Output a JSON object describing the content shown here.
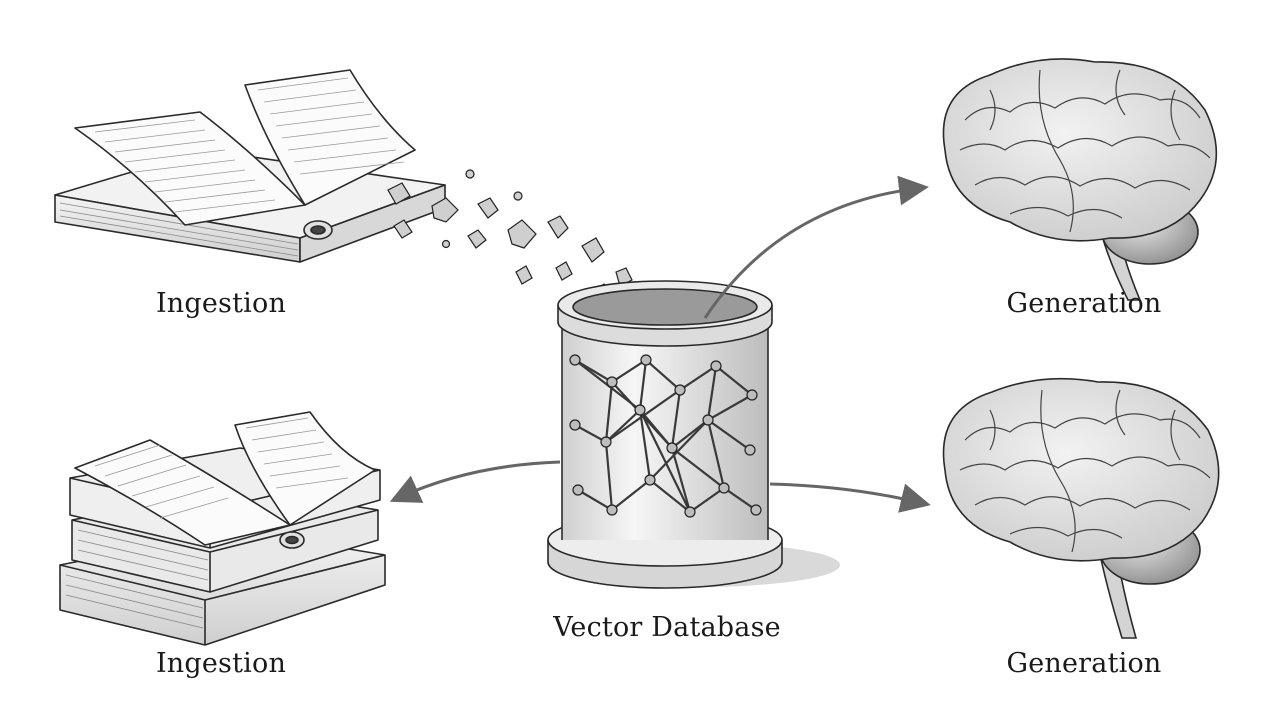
{
  "labels": {
    "ingestion_top": "Ingestion",
    "generation_top": "Generation",
    "vector_database": "Vector Database",
    "ingestion_bottom": "Ingestion",
    "generation_bottom": "Generation"
  },
  "icons": [
    "open-book-icon",
    "book-stack-icon",
    "vector-database-cylinder-icon",
    "brain-icon",
    "arrow-icon",
    "data-fragment-icon"
  ],
  "colors": {
    "ink": "#1a1a1a",
    "arrow": "#666666",
    "background": "#ffffff"
  }
}
